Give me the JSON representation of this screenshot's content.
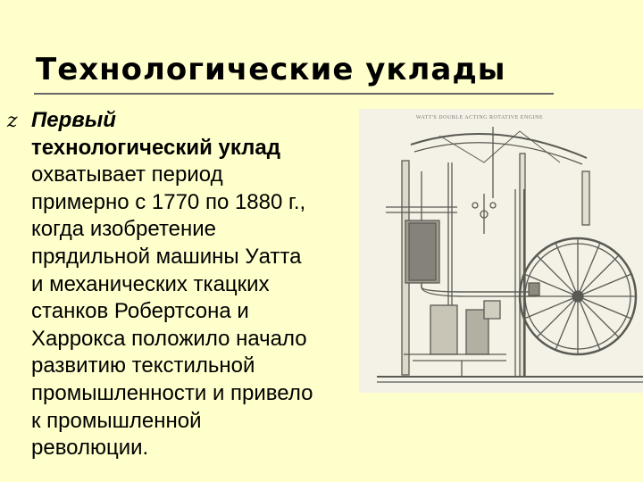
{
  "slide": {
    "title": "Технологические уклады",
    "bullet_glyph": "z",
    "lines": [
      "Первый",
      "технологический уклад",
      "охватывает период",
      "примерно с 1770 по 1880 г.,",
      "когда изобретение",
      "прядильной машины Уатта",
      "и механических ткацких",
      "станков Робертсона и",
      "Харрокса положило начало",
      "развитию текстильной",
      "промышленности и привело",
      "к промышленной",
      "революции."
    ]
  },
  "image": {
    "subject": "steam-engine-engraving-icon",
    "caption": "WATT'S DOUBLE ACTING ROTATIVE ENGINE"
  }
}
